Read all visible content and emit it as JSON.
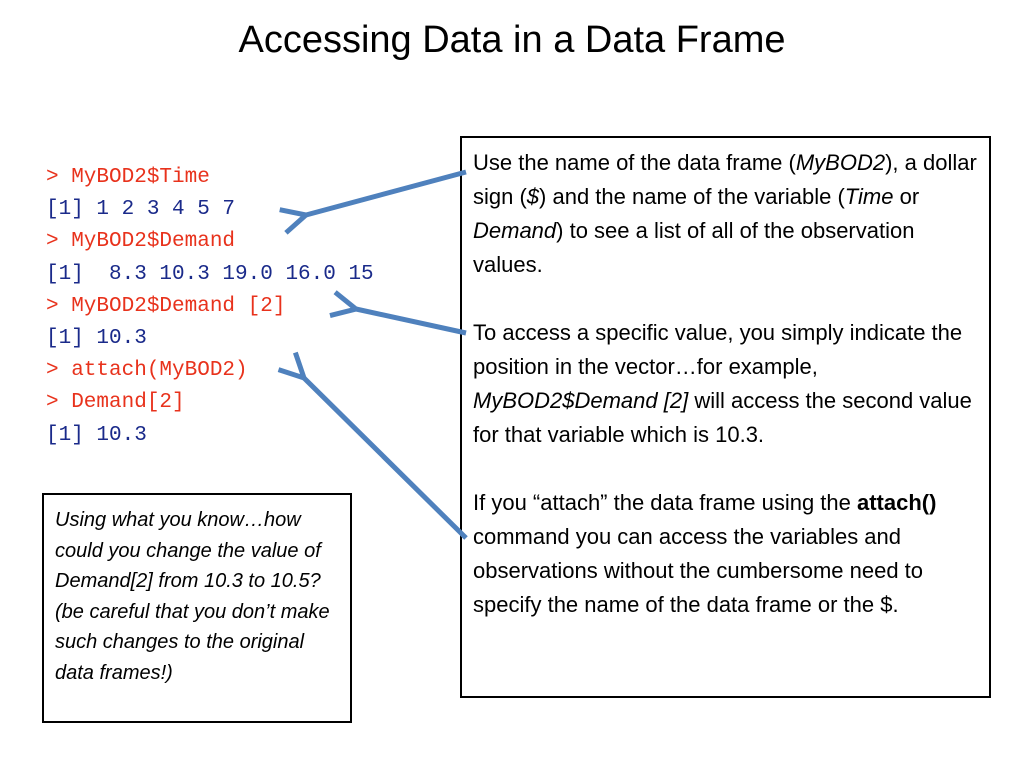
{
  "slide": {
    "title": "Accessing Data in a Data Frame"
  },
  "console": {
    "lines": [
      {
        "text": "> MyBOD2$Time",
        "kind": "cmd"
      },
      {
        "text": "[1] 1 2 3 4 5 7",
        "kind": "out"
      },
      {
        "text": "> MyBOD2$Demand",
        "kind": "cmd"
      },
      {
        "text": "[1]  8.3 10.3 19.0 16.0 15",
        "kind": "out"
      },
      {
        "text": "> MyBOD2$Demand [2]",
        "kind": "cmd"
      },
      {
        "text": "[1] 10.3",
        "kind": "out"
      },
      {
        "text": "> attach(MyBOD2)",
        "kind": "cmd"
      },
      {
        "text": "> Demand[2]",
        "kind": "cmd"
      },
      {
        "text": "[1] 10.3",
        "kind": "out"
      }
    ]
  },
  "explanation": {
    "p1": {
      "t1": "Use the name of the data frame (",
      "i1": "MyBOD2",
      "t2": "), a dollar sign (",
      "i2": "$",
      "t3": ") and the name of the variable (",
      "i3": "Time",
      "t4": " or ",
      "i4": "Demand",
      "t5": ") to see a list of all of the observation values."
    },
    "p2": {
      "t1": "To access a specific value, you simply indicate the position in the vector…for example, ",
      "i1": "MyBOD2$Demand [2]",
      "t2": " will access the second value for that variable which is 10.3."
    },
    "p3": {
      "t1": "If you “attach” the data frame using the ",
      "b1": "attach()",
      "t2": " command you can access the variables and observations without the cumbersome need to specify the name of the data frame or the $."
    }
  },
  "question": {
    "text": "Using what you know…how could you change the value of Demand[2] from 10.3 to 10.5? (be careful that you don’t make such changes to the original data frames!)"
  },
  "colors": {
    "command": "#e8321c",
    "output": "#1a2a8a",
    "arrow": "#4f81bd"
  }
}
